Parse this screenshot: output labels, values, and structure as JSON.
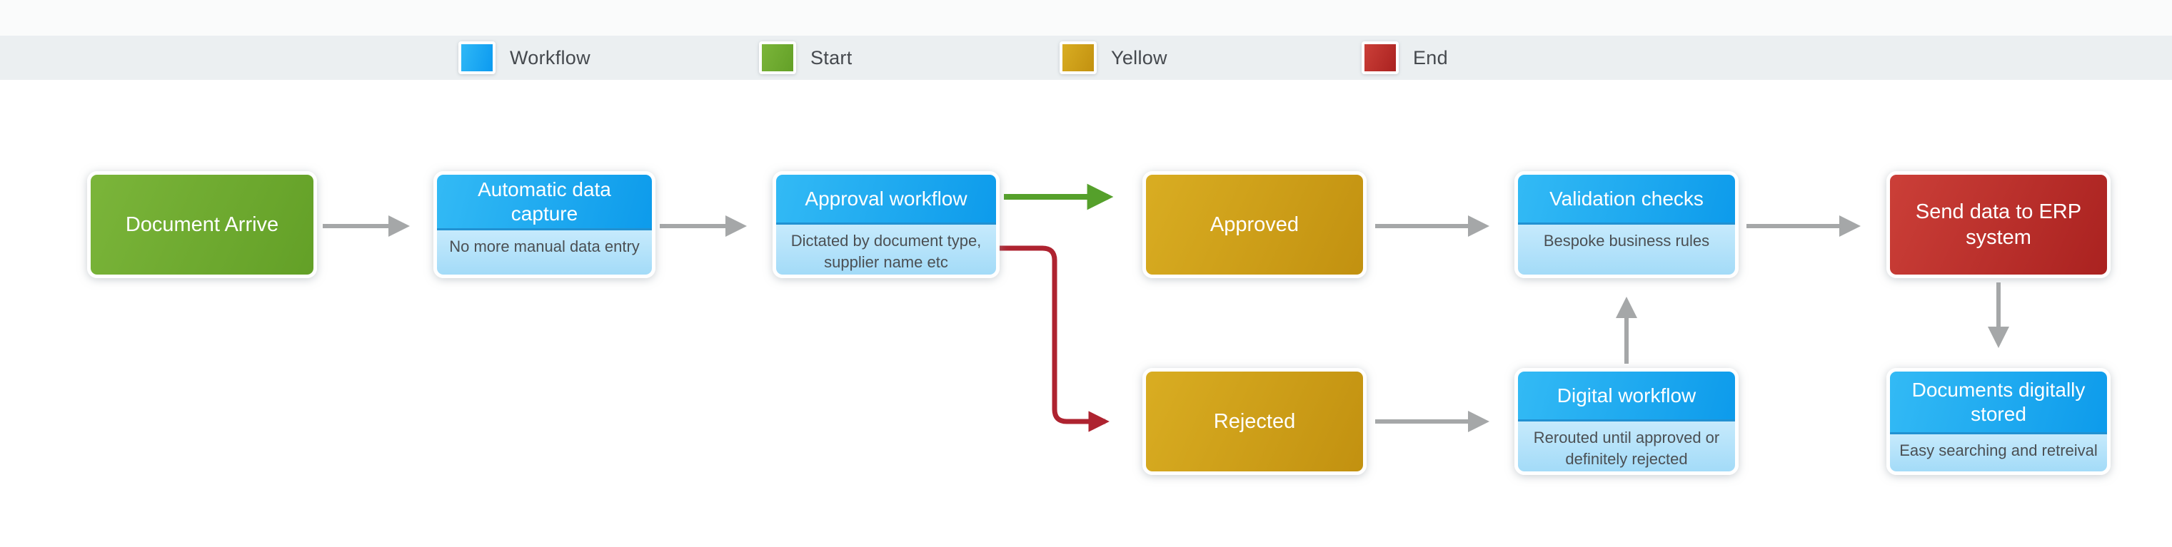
{
  "legend": {
    "items": [
      {
        "id": "workflow",
        "label": "Workflow",
        "color": "linear-gradient(105deg, #2fb8f6, #0c9af0)"
      },
      {
        "id": "start",
        "label": "Start",
        "color": "linear-gradient(115deg, #7bb53a, #63a027)"
      },
      {
        "id": "yellow",
        "label": "Yellow",
        "color": "linear-gradient(115deg, #d9ad22, #c29110)"
      },
      {
        "id": "end",
        "label": "End",
        "color": "linear-gradient(115deg, #cb3f38, #aa2220)"
      }
    ]
  },
  "nodes": {
    "document_arrive": {
      "title": "Document Arrive",
      "type": "start"
    },
    "automatic_data_capture": {
      "title": "Automatic data capture",
      "subtitle": "No more manual data entry",
      "type": "workflow"
    },
    "approval_workflow": {
      "title": "Approval workflow",
      "subtitle": "Dictated by document type, supplier name etc",
      "type": "workflow"
    },
    "approved": {
      "title": "Approved",
      "type": "yellow"
    },
    "rejected": {
      "title": "Rejected",
      "type": "yellow"
    },
    "validation_checks": {
      "title": "Validation checks",
      "subtitle": "Bespoke business rules",
      "type": "workflow"
    },
    "digital_workflow": {
      "title": "Digital workflow",
      "subtitle": "Rerouted until approved or definitely rejected",
      "type": "workflow"
    },
    "send_data_to_erp": {
      "title": "Send data to ERP system",
      "type": "end"
    },
    "documents_digitally_stored": {
      "title": "Documents digitally stored",
      "subtitle": "Easy searching and retreival",
      "type": "workflow"
    }
  },
  "edges": [
    {
      "from": "document_arrive",
      "to": "automatic_data_capture",
      "color": "gray"
    },
    {
      "from": "automatic_data_capture",
      "to": "approval_workflow",
      "color": "gray"
    },
    {
      "from": "approval_workflow",
      "to": "approved",
      "color": "green"
    },
    {
      "from": "approval_workflow",
      "to": "rejected",
      "color": "red"
    },
    {
      "from": "approved",
      "to": "validation_checks",
      "color": "gray"
    },
    {
      "from": "validation_checks",
      "to": "send_data_to_erp",
      "color": "gray"
    },
    {
      "from": "rejected",
      "to": "digital_workflow",
      "color": "gray"
    },
    {
      "from": "digital_workflow",
      "to": "validation_checks",
      "color": "gray"
    },
    {
      "from": "send_data_to_erp",
      "to": "documents_digitally_stored",
      "color": "gray"
    }
  ],
  "colors": {
    "workflow_blue": "#0d9beb",
    "workflow_body_blue": "#aadef9",
    "start_green": "#6fac2e",
    "yellow": "#cfa117",
    "end_red": "#b92b27",
    "arrow_gray": "#a5a7a8",
    "arrow_green": "#55a02b",
    "arrow_red": "#ae2330",
    "legend_band": "#ebeff1"
  }
}
